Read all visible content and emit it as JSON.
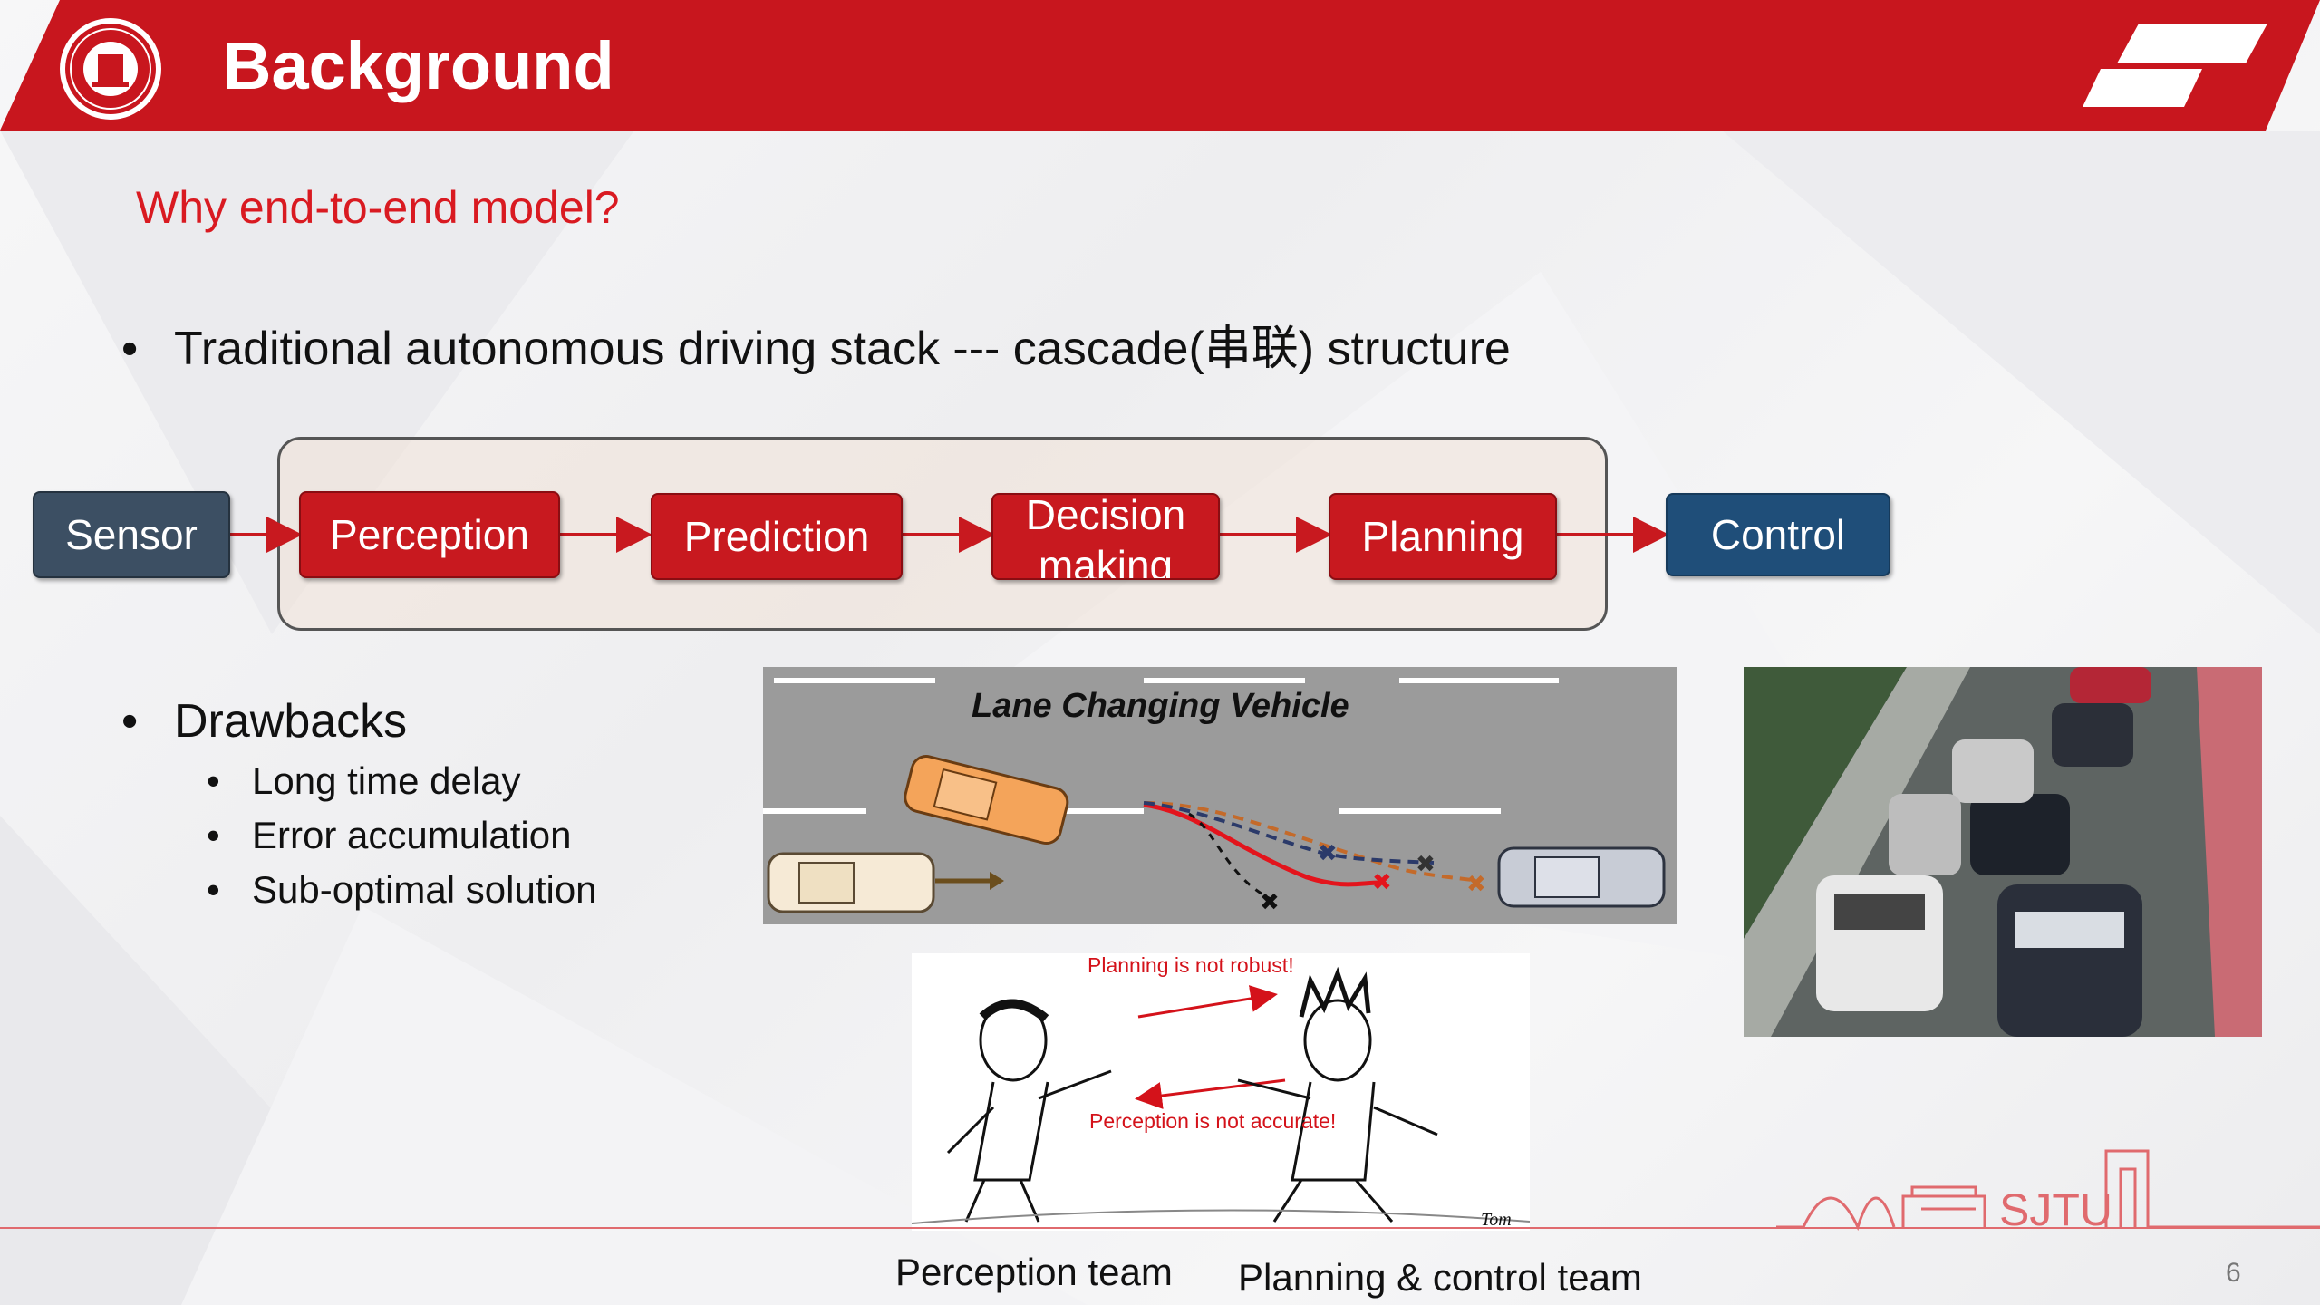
{
  "header": {
    "title": "Background"
  },
  "subtitle": "Why end-to-end model?",
  "bullet1": "Traditional autonomous driving stack --- cascade(串联) structure",
  "pipeline": {
    "sensor": "Sensor",
    "perception": "Perception",
    "prediction": "Prediction",
    "decision_line1": "Decision",
    "decision_line2": "making",
    "planning": "Planning",
    "control": "Control"
  },
  "drawbacks": {
    "title": "Drawbacks",
    "items": [
      "Long time delay",
      "Error accumulation",
      "Sub-optimal solution"
    ]
  },
  "road_image": {
    "title": "Lane Changing Vehicle"
  },
  "cartoon": {
    "label_top": "Planning is not robust!",
    "label_bottom": "Perception is not accurate!",
    "signature": "Tom"
  },
  "teams": {
    "left": "Perception team",
    "right": "Planning & control team"
  },
  "footer": {
    "page": "6",
    "logo_text": "SJTU"
  },
  "colors": {
    "brand_red": "#c8191f",
    "sensor_gray": "#3c4f63",
    "control_blue": "#1f4e79"
  }
}
